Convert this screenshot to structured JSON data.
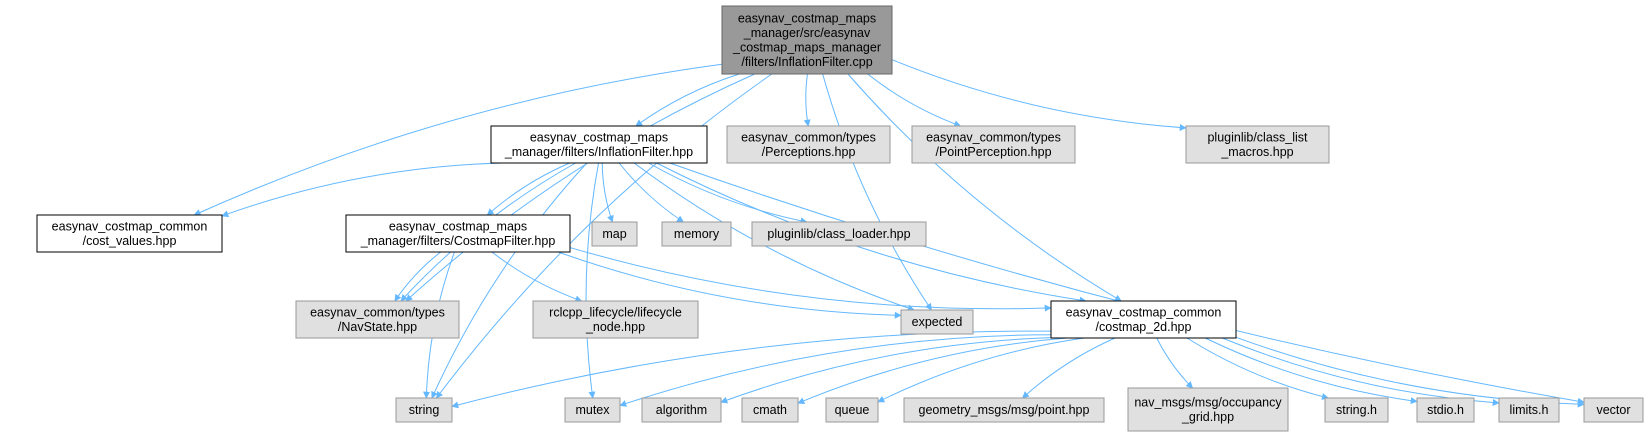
{
  "colors": {
    "root_fill": "#999999",
    "root_stroke": "#666666",
    "project_fill": "#ffffff",
    "project_stroke": "#000000",
    "external_fill": "#e0e0e0",
    "external_stroke": "#999999",
    "edge": "#63b8ff"
  },
  "nodes": [
    {
      "id": "root",
      "kind": "root",
      "lines": [
        "easynav_costmap_maps",
        "_manager/src/easynav",
        "_costmap_maps_manager",
        "/filters/InflationFilter.cpp"
      ]
    },
    {
      "id": "ifhpp",
      "kind": "project",
      "lines": [
        "easynav_costmap_maps",
        "_manager/filters/InflationFilter.hpp"
      ]
    },
    {
      "id": "perceptions",
      "kind": "external",
      "lines": [
        "easynav_common/types",
        "/Perceptions.hpp"
      ]
    },
    {
      "id": "pointperception",
      "kind": "external",
      "lines": [
        "easynav_common/types",
        "/PointPerception.hpp"
      ]
    },
    {
      "id": "classlist",
      "kind": "external",
      "lines": [
        "pluginlib/class_list",
        "_macros.hpp"
      ]
    },
    {
      "id": "costvalues",
      "kind": "project",
      "lines": [
        "easynav_costmap_common",
        "/cost_values.hpp"
      ]
    },
    {
      "id": "cfhpp",
      "kind": "project",
      "lines": [
        "easynav_costmap_maps",
        "_manager/filters/CostmapFilter.hpp"
      ]
    },
    {
      "id": "map",
      "kind": "external",
      "lines": [
        "map"
      ]
    },
    {
      "id": "memory",
      "kind": "external",
      "lines": [
        "memory"
      ]
    },
    {
      "id": "classloader",
      "kind": "external",
      "lines": [
        "pluginlib/class_loader.hpp"
      ]
    },
    {
      "id": "navstate",
      "kind": "external",
      "lines": [
        "easynav_common/types",
        "/NavState.hpp"
      ]
    },
    {
      "id": "lifecycle",
      "kind": "external",
      "lines": [
        "rclcpp_lifecycle/lifecycle",
        "_node.hpp"
      ]
    },
    {
      "id": "expected",
      "kind": "external",
      "lines": [
        "expected"
      ]
    },
    {
      "id": "costmap2d",
      "kind": "project",
      "lines": [
        "easynav_costmap_common",
        "/costmap_2d.hpp"
      ]
    },
    {
      "id": "string",
      "kind": "external",
      "lines": [
        "string"
      ]
    },
    {
      "id": "mutex",
      "kind": "external",
      "lines": [
        "mutex"
      ]
    },
    {
      "id": "algorithm",
      "kind": "external",
      "lines": [
        "algorithm"
      ]
    },
    {
      "id": "cmath",
      "kind": "external",
      "lines": [
        "cmath"
      ]
    },
    {
      "id": "queue",
      "kind": "external",
      "lines": [
        "queue"
      ]
    },
    {
      "id": "point",
      "kind": "external",
      "lines": [
        "geometry_msgs/msg/point.hpp"
      ]
    },
    {
      "id": "occupancy",
      "kind": "external",
      "lines": [
        "nav_msgs/msg/occupancy",
        "_grid.hpp"
      ]
    },
    {
      "id": "stringh",
      "kind": "external",
      "lines": [
        "string.h"
      ]
    },
    {
      "id": "stdioh",
      "kind": "external",
      "lines": [
        "stdio.h"
      ]
    },
    {
      "id": "limitsh",
      "kind": "external",
      "lines": [
        "limits.h"
      ]
    },
    {
      "id": "vector",
      "kind": "external",
      "lines": [
        "vector"
      ]
    }
  ],
  "edges": [
    {
      "from": "root",
      "to": "ifhpp"
    },
    {
      "from": "root",
      "to": "perceptions"
    },
    {
      "from": "root",
      "to": "pointperception"
    },
    {
      "from": "root",
      "to": "classlist"
    },
    {
      "from": "root",
      "to": "costvalues"
    },
    {
      "from": "root",
      "to": "navstate"
    },
    {
      "from": "root",
      "to": "string"
    },
    {
      "from": "root",
      "to": "expected"
    },
    {
      "from": "root",
      "to": "costmap2d"
    },
    {
      "from": "ifhpp",
      "to": "costvalues"
    },
    {
      "from": "ifhpp",
      "to": "cfhpp"
    },
    {
      "from": "ifhpp",
      "to": "map"
    },
    {
      "from": "ifhpp",
      "to": "memory"
    },
    {
      "from": "ifhpp",
      "to": "classloader"
    },
    {
      "from": "ifhpp",
      "to": "navstate"
    },
    {
      "from": "ifhpp",
      "to": "string"
    },
    {
      "from": "ifhpp",
      "to": "expected"
    },
    {
      "from": "ifhpp",
      "to": "costmap2d"
    },
    {
      "from": "ifhpp",
      "to": "mutex"
    },
    {
      "from": "ifhpp",
      "to": "vector"
    },
    {
      "from": "cfhpp",
      "to": "navstate"
    },
    {
      "from": "cfhpp",
      "to": "string"
    },
    {
      "from": "cfhpp",
      "to": "lifecycle"
    },
    {
      "from": "cfhpp",
      "to": "expected"
    },
    {
      "from": "cfhpp",
      "to": "costmap2d"
    },
    {
      "from": "costmap2d",
      "to": "string"
    },
    {
      "from": "costmap2d",
      "to": "mutex"
    },
    {
      "from": "costmap2d",
      "to": "algorithm"
    },
    {
      "from": "costmap2d",
      "to": "cmath"
    },
    {
      "from": "costmap2d",
      "to": "queue"
    },
    {
      "from": "costmap2d",
      "to": "point"
    },
    {
      "from": "costmap2d",
      "to": "occupancy"
    },
    {
      "from": "costmap2d",
      "to": "stringh"
    },
    {
      "from": "costmap2d",
      "to": "stdioh"
    },
    {
      "from": "costmap2d",
      "to": "limitsh"
    },
    {
      "from": "costmap2d",
      "to": "vector"
    }
  ]
}
